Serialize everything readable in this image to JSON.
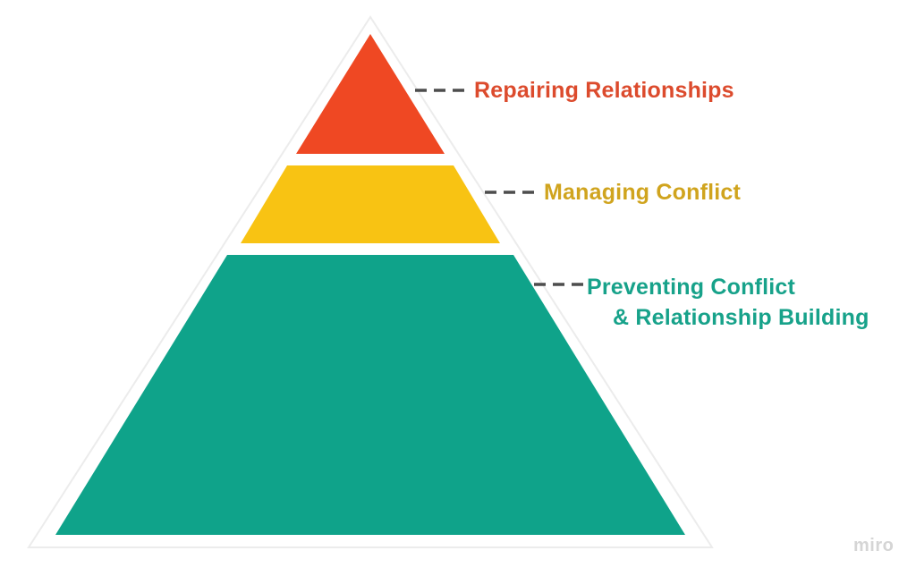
{
  "canvas": {
    "background": "#ffffff"
  },
  "chart_data": {
    "type": "pyramid",
    "title": "",
    "orientation": "point-up",
    "outline_color": "#ececec",
    "connector_color": "#4d4d4d",
    "connector_style": "dashed",
    "levels": [
      {
        "rank": 1,
        "position": "top",
        "label": "Repairing Relationships",
        "label_lines": [
          "Repairing Relationships"
        ],
        "fill": "#ef4823",
        "label_color": "#dc4b2d"
      },
      {
        "rank": 2,
        "position": "middle",
        "label": "Managing Conflict",
        "label_lines": [
          "Managing Conflict"
        ],
        "fill": "#f8c313",
        "label_color": "#d0a41e"
      },
      {
        "rank": 3,
        "position": "bottom",
        "label": "Preventing Conflict & Relationship Building",
        "label_lines": [
          "Preventing Conflict",
          "& Relationship Building"
        ],
        "fill": "#0fa38a",
        "label_color": "#17a28a"
      }
    ]
  },
  "watermark": {
    "text": "miro",
    "color": "#d5d5d5"
  }
}
